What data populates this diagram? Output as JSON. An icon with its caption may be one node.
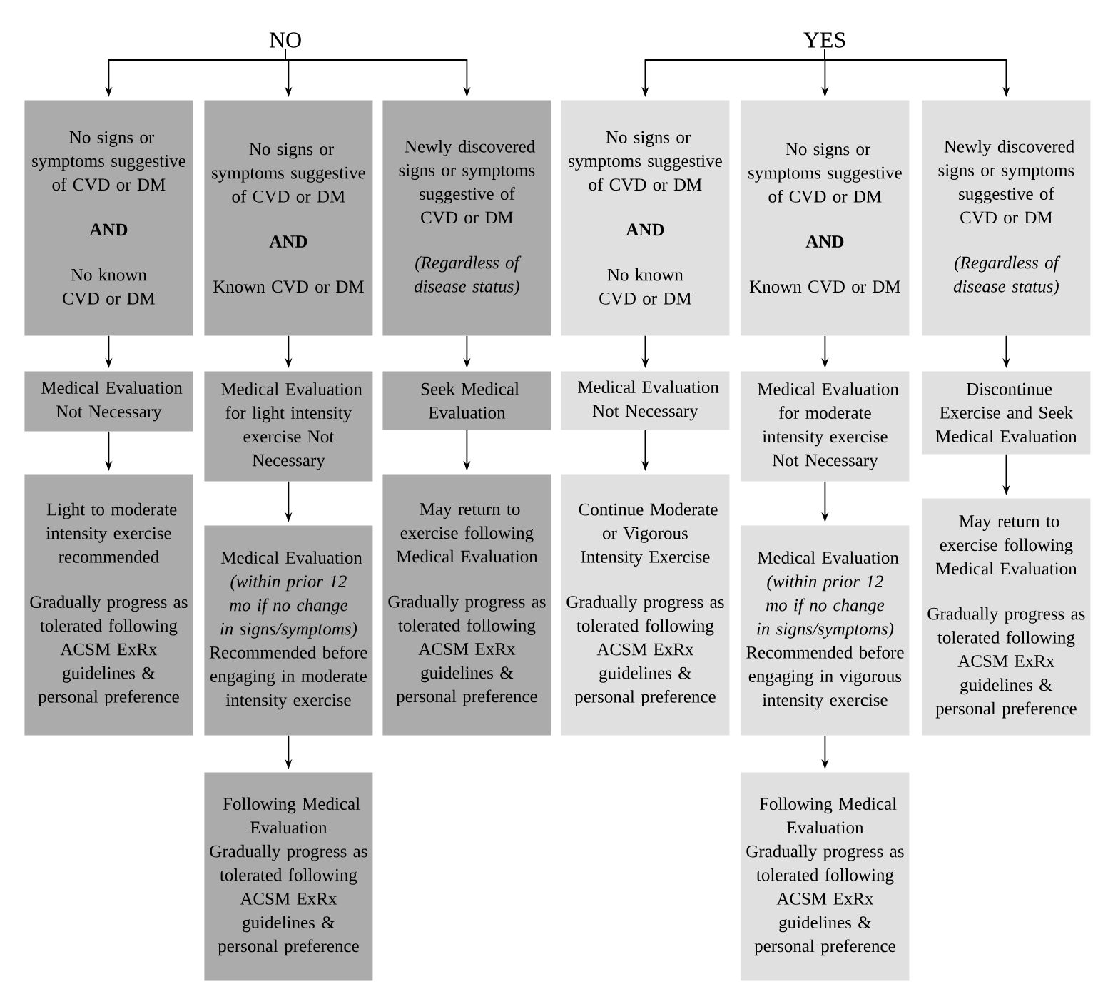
{
  "diagram": {
    "nodes": [
      {
        "text": [
          "NO"
        ]
      },
      {
        "text": [
          "YES"
        ]
      },
      {
        "text": [
          "No signs or symptoms suggestive of CVD or DM",
          "AND",
          "No known CVD or DM"
        ]
      },
      {
        "text": [
          "No signs or symptoms suggestive of CVD or DM",
          "AND",
          "Known CVD or DM"
        ]
      },
      {
        "text": [
          "Newly discovered signs or symptoms suggestive of CVD or DM",
          "(Regardless of disease status)"
        ]
      },
      {
        "text": [
          "No signs or symptoms suggestive of CVD or DM",
          "AND",
          "No known CVD or DM"
        ]
      },
      {
        "text": [
          "No signs or symptoms suggestive of CVD or DM",
          "AND",
          "Known CVD or DM"
        ]
      },
      {
        "text": [
          "Newly discovered signs or symptoms suggestive of CVD or DM",
          "(Regardless of disease status)"
        ]
      },
      {
        "text": [
          "Medical Evaluation Not Necessary"
        ]
      },
      {
        "text": [
          "Medical Evaluation for light intensity exercise Not Necessary"
        ]
      },
      {
        "text": [
          "Seek Medical Evaluation"
        ]
      },
      {
        "text": [
          "Medical Evaluation Not Necessary"
        ]
      },
      {
        "text": [
          "Medical Evaluation for moderate intensity exercise Not Necessary"
        ]
      },
      {
        "text": [
          "Discontinue Exercise and Seek Medical Evaluation"
        ]
      },
      {
        "text": [
          "Light to moderate intensity exercise recommended",
          "Gradually progress as tolerated following ACSM ExRx guidelines & personal preference"
        ]
      },
      {
        "text": [
          "Medical Evaluation *(within prior 12 mo if no change in signs/symptoms)* Recommended before engaging in moderate intensity exercise"
        ]
      },
      {
        "text": [
          "May return to exercise following Medical Evaluation",
          "Gradually progress as tolerated following ACSM ExRx guidelines & personal preference"
        ]
      },
      {
        "text": [
          "Continue Moderate or Vigorous Intensity Exercise",
          "Gradually progress as tolerated following ACSM ExRx guidelines & personal preference"
        ]
      },
      {
        "text": [
          "Medical Evaluation *(within prior 12 mo if no change in signs/symptoms)* Recommended before engaging in vigorous intensity exercise"
        ]
      },
      {
        "text": [
          "May return to exercise following Medical Evaluation",
          "Gradually progress as tolerated following ACSM ExRx guidelines & personal preference"
        ]
      },
      {
        "text": [
          "Following Medical Evaluation",
          "Gradually progress as tolerated following ACSM ExRx guidelines & personal preference"
        ]
      },
      {
        "text": [
          "Following Medical Evaluation",
          "Gradually progress as tolerated following ACSM ExRx guidelines & personal preference"
        ]
      }
    ],
    "edges": [
      {
        "from": 0,
        "to": 2,
        "arrow": "to"
      },
      {
        "from": 0,
        "to": 3,
        "arrow": "to"
      },
      {
        "from": 0,
        "to": 4,
        "arrow": "to"
      },
      {
        "from": 1,
        "to": 5,
        "arrow": "to"
      },
      {
        "from": 1,
        "to": 6,
        "arrow": "to"
      },
      {
        "from": 1,
        "to": 7,
        "arrow": "to"
      },
      {
        "from": 2,
        "to": 8,
        "arrow": "to"
      },
      {
        "from": 3,
        "to": 9,
        "arrow": "to"
      },
      {
        "from": 4,
        "to": 10,
        "arrow": "to"
      },
      {
        "from": 5,
        "to": 11,
        "arrow": "to"
      },
      {
        "from": 6,
        "to": 12,
        "arrow": "to"
      },
      {
        "from": 7,
        "to": 13,
        "arrow": "to"
      },
      {
        "from": 8,
        "to": 14,
        "arrow": "to"
      },
      {
        "from": 9,
        "to": 15,
        "arrow": "to"
      },
      {
        "from": 10,
        "to": 16,
        "arrow": "to"
      },
      {
        "from": 11,
        "to": 17,
        "arrow": "to"
      },
      {
        "from": 12,
        "to": 18,
        "arrow": "to"
      },
      {
        "from": 13,
        "to": 19,
        "arrow": "to"
      },
      {
        "from": 15,
        "to": 20,
        "arrow": "to"
      },
      {
        "from": 18,
        "to": 21,
        "arrow": "to"
      }
    ]
  }
}
